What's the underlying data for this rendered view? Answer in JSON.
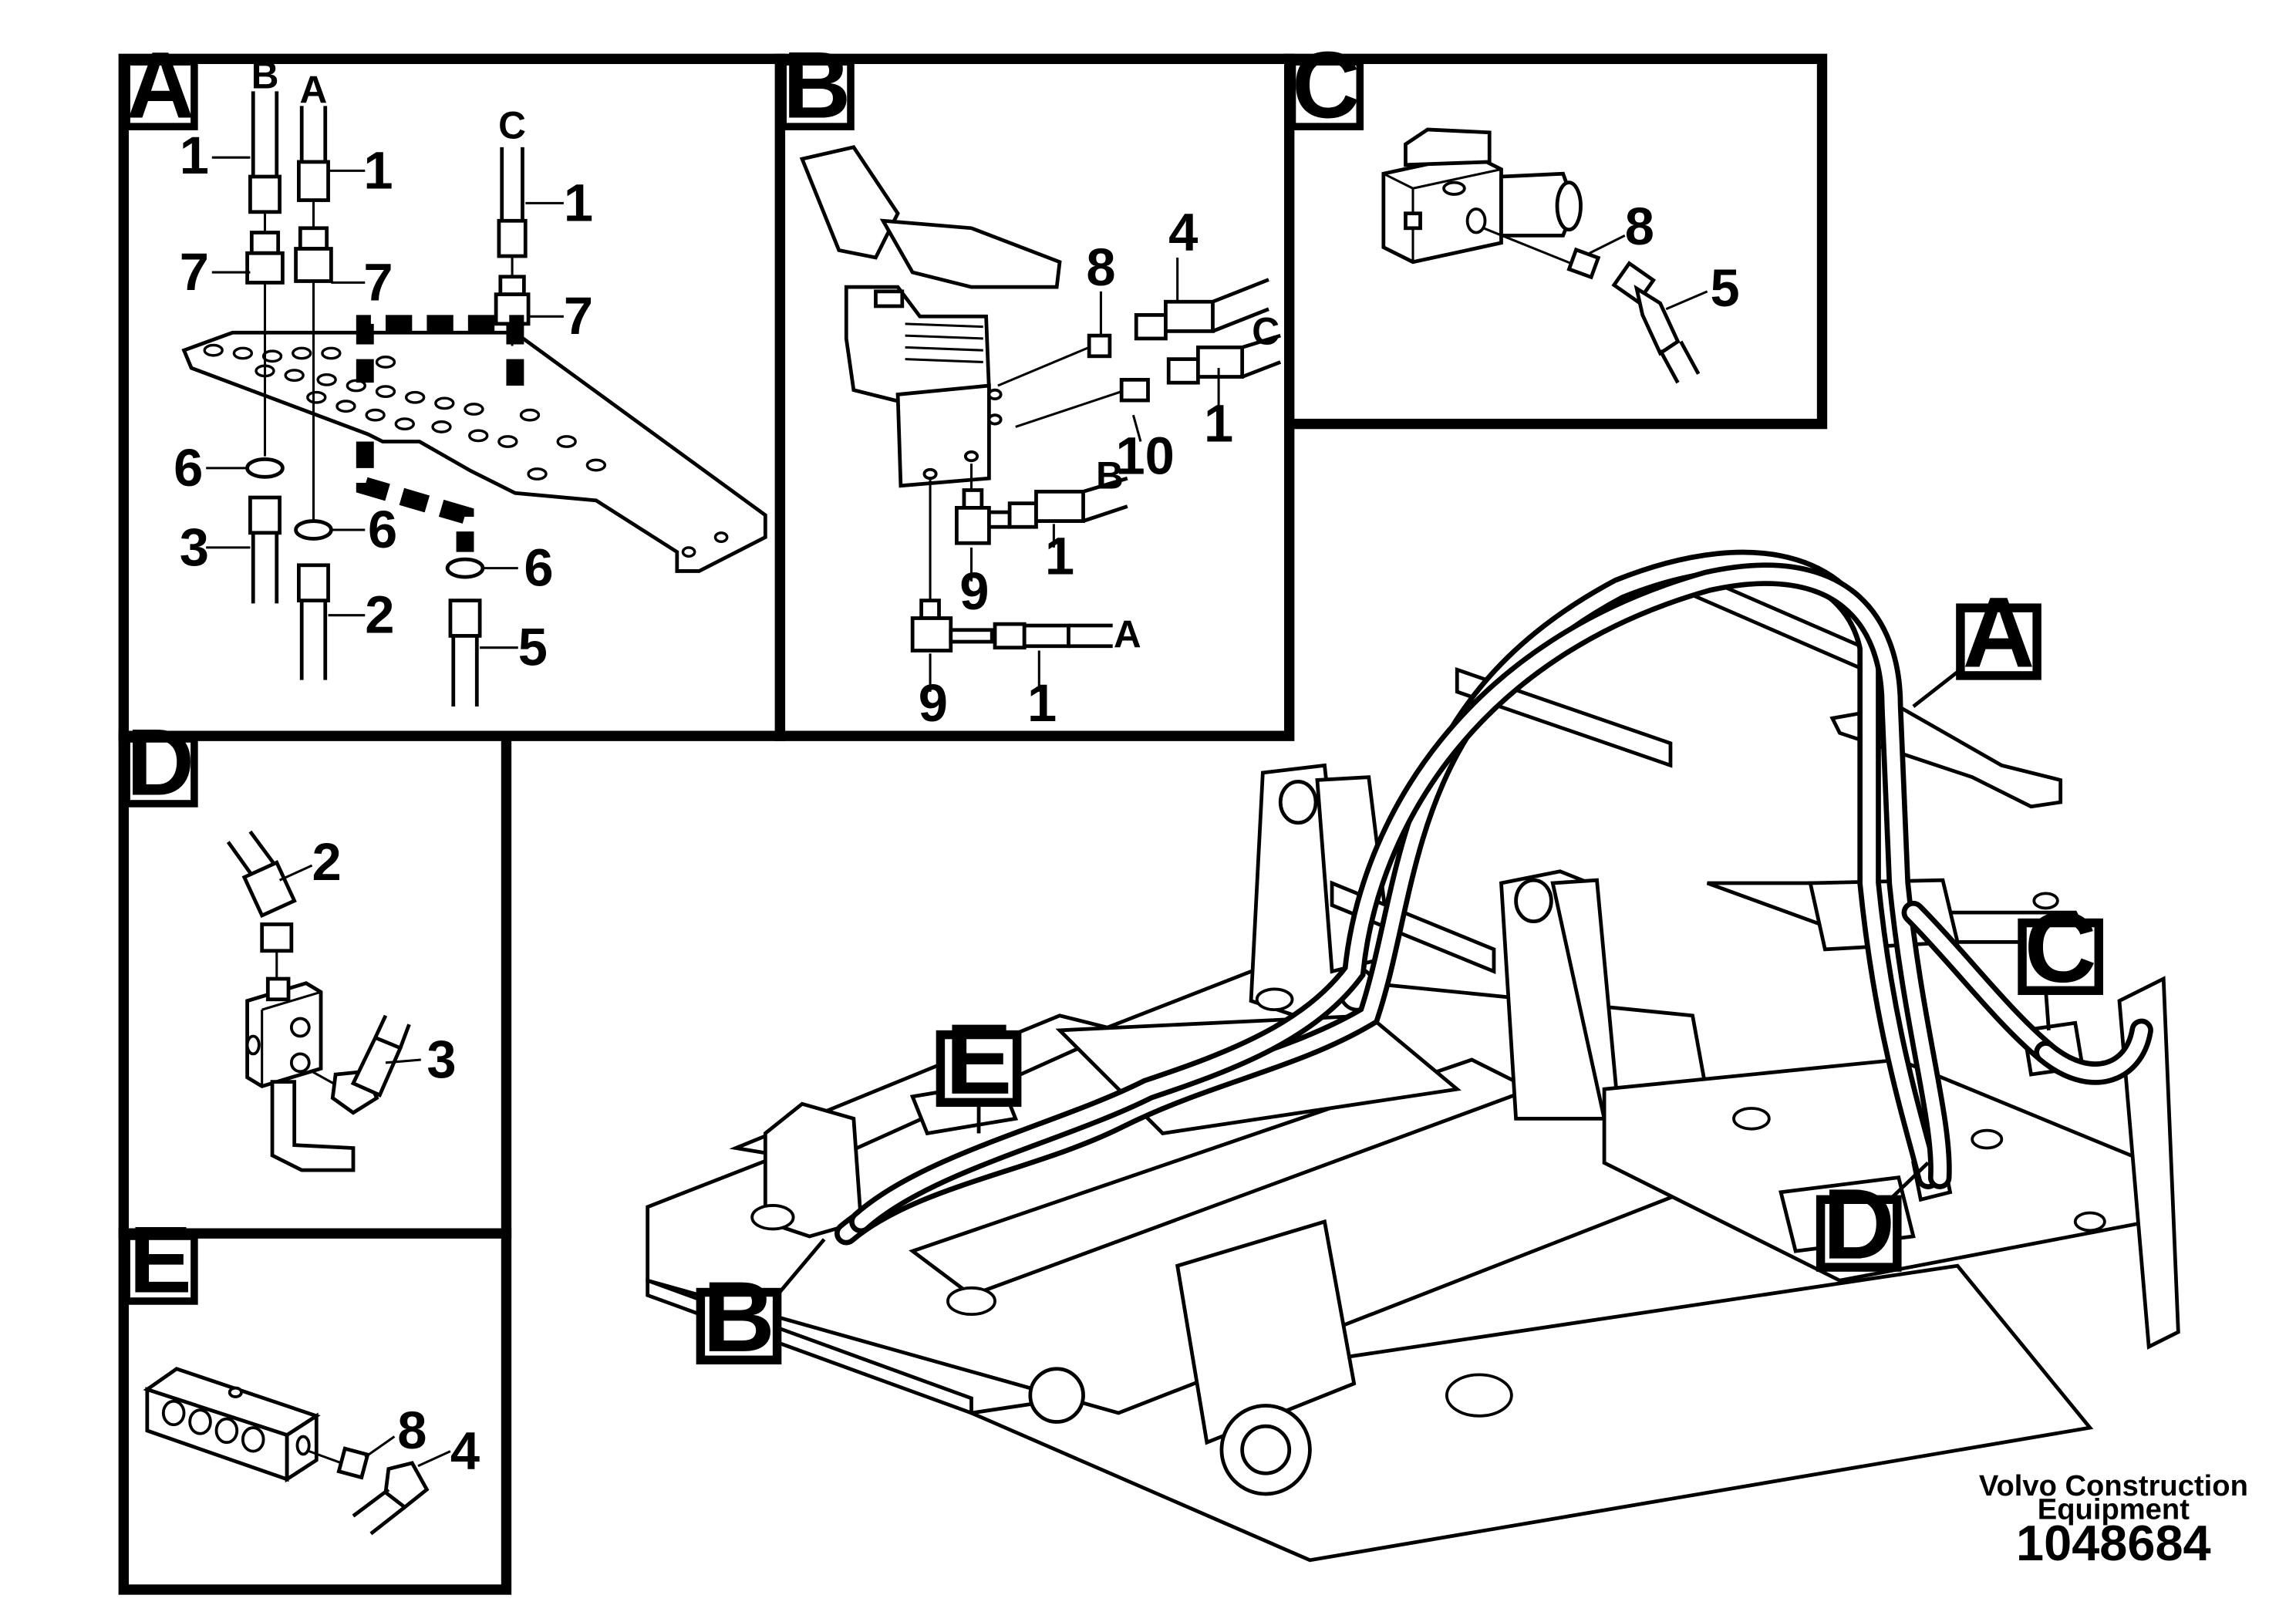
{
  "panels": {
    "a": {
      "tag": "A",
      "letters": [
        "B",
        "A",
        "C"
      ],
      "numbers": [
        "1",
        "1",
        "1",
        "7",
        "7",
        "7",
        "6",
        "6",
        "6",
        "3",
        "2",
        "5"
      ]
    },
    "b": {
      "tag": "B",
      "letters": [
        "C",
        "B",
        "A"
      ],
      "numbers": [
        "8",
        "4",
        "1",
        "10",
        "9",
        "1",
        "9",
        "1"
      ]
    },
    "c": {
      "tag": "C",
      "numbers": [
        "8",
        "5"
      ]
    },
    "d": {
      "tag": "D",
      "numbers": [
        "2",
        "3"
      ]
    },
    "e": {
      "tag": "E",
      "numbers": [
        "8",
        "4"
      ]
    }
  },
  "overview_callouts": [
    "A",
    "B",
    "C",
    "D",
    "E"
  ],
  "footer": {
    "brand_line1": "Volvo Construction",
    "brand_line2": "Equipment",
    "doc_number": "1048684"
  }
}
